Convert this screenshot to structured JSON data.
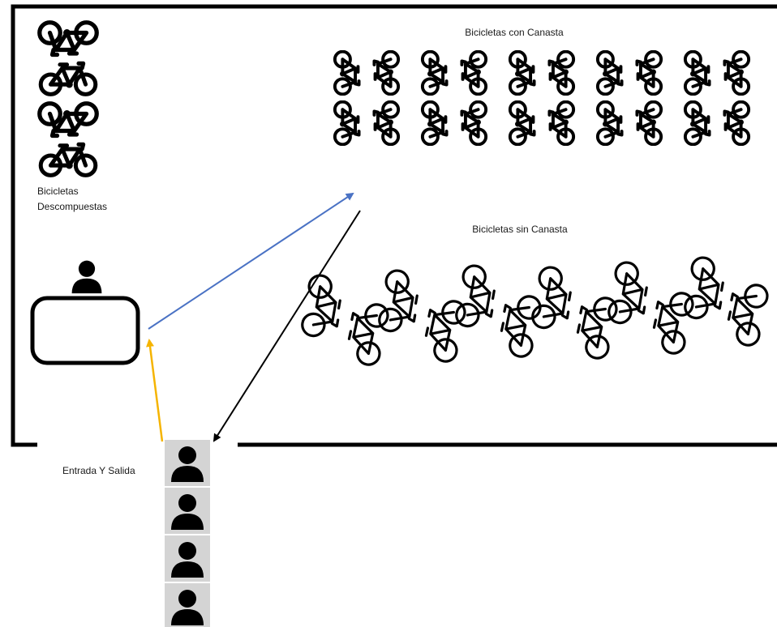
{
  "labels": {
    "bikes_with_basket": "Bicicletas con Canasta",
    "bikes_without_basket": "Bicicletas sin Canasta",
    "broken_bikes_line1": "Bicicletas",
    "broken_bikes_line2": "Descompuestas",
    "entrance": "Entrada Y Salida"
  },
  "colors": {
    "wall": "#000000",
    "arrow_blue": "#4a72c4",
    "arrow_black": "#000000",
    "arrow_yellow": "#f5b400",
    "person_tile_bg": "#d4d4d4"
  },
  "icons": {
    "bike": "bicycle-icon",
    "person": "person-icon",
    "desk": "desk-icon"
  },
  "counts": {
    "broken_bikes": 4,
    "basket_bike_groups": 5,
    "no_basket_bikes": 12,
    "queue_people": 4
  }
}
